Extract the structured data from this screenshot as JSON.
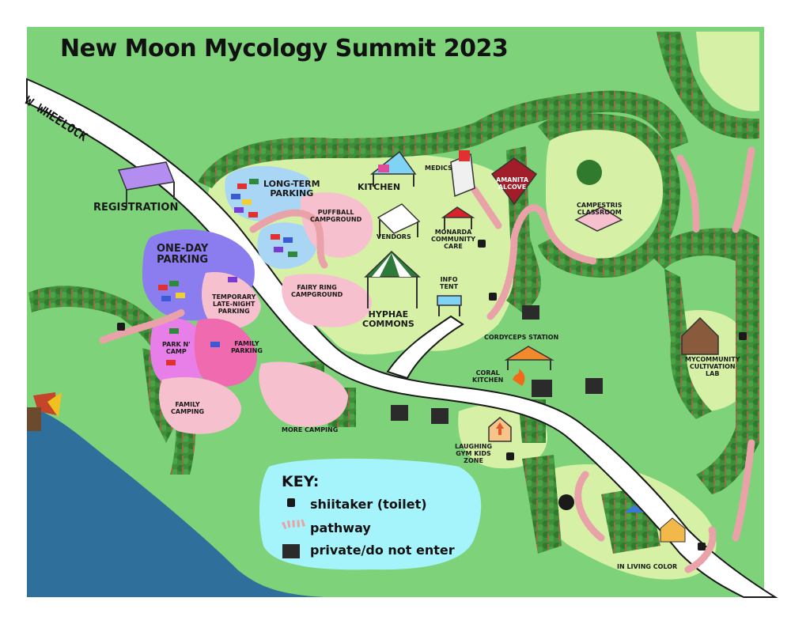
{
  "title": "New Moon Mycology Summit 2023",
  "road": {
    "name": "W WHEELOCK"
  },
  "colors": {
    "grass": "#7ed37a",
    "clearing": "#d6f0a6",
    "water": "#2f6f9c",
    "road": "#ffffff",
    "pathway": "#e8a2a8",
    "long_term_parking": "#a9d6f5",
    "one_day_parking": "#8b7cf0",
    "park_n_camp": "#e87ee8",
    "family_parking": "#f06ab0",
    "campground": "#f7c0cf",
    "key_background": "#a6f4fb",
    "private": "#2b2b2b"
  },
  "locations": {
    "registration": "REGISTRATION",
    "long_term_parking": "LONG-TERM\nPARKING",
    "one_day_parking": "ONE-DAY\nPARKING",
    "temporary_late_night_parking": "TEMPORARY\nLATE-NIGHT\nPARKING",
    "park_n_camp": "PARK N'\nCAMP",
    "family_parking": "FAMILY\nPARKING",
    "family_camping": "FAMILY\nCAMPING",
    "more_camping": "MORE CAMPING",
    "puffball_campground": "PUFFBALL\nCAMPGROUND",
    "fairy_ring_campground": "FAIRY RING\nCAMPGROUND",
    "kitchen": "KITCHEN",
    "medics": "MEDICS",
    "amanita_alcove": "AMANITA\nALCOVE",
    "vendors": "VENDORS",
    "monarda_community_care": "MONARDA\nCOMMUNITY\nCARE",
    "hyphae_commons": "HYPHAE\nCOMMONS",
    "info_tent": "INFO\nTENT",
    "campestris_classroom": "CAMPESTRIS\nCLASSROOM",
    "cordyceps_station": "CORDYCEPS STATION",
    "coral_kitchen": "CORAL\nKITCHEN",
    "laughing_gym_kids_zone": "LAUGHING\nGYM KIDS\nZONE",
    "mycommunity_cultivation_lab": "MYCOMMUNITY\nCULTIVATION\nLAB",
    "in_living_color": "IN LIVING COLOR"
  },
  "key": {
    "title": "KEY:",
    "items": [
      {
        "icon": "toilet-icon",
        "label": "shiitaker (toilet)"
      },
      {
        "icon": "pathway-icon",
        "label": "pathway"
      },
      {
        "icon": "private-square-icon",
        "label": "private/do not enter"
      }
    ]
  }
}
